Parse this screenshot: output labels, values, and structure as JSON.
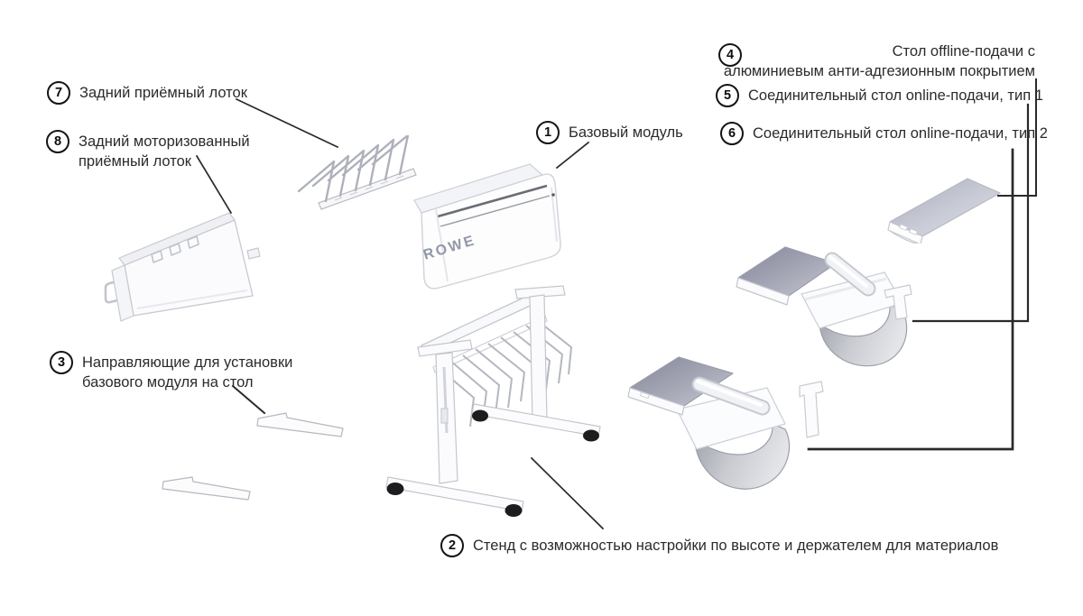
{
  "diagram": {
    "brand": "ROWE",
    "colors": {
      "text": "#2b2b2b",
      "leader_line": "#2a2a2a",
      "brand_logo": "#9298a8",
      "metal_dark": "#83869a",
      "metal_light": "#e4e5e9"
    },
    "labels": {
      "l1": {
        "num": "1",
        "text": "Базовый модуль"
      },
      "l2": {
        "num": "2",
        "text": "Стенд с возможностью настройки по высоте и держателем для материалов"
      },
      "l3": {
        "num": "3",
        "lines": [
          "Направляющие для установки",
          "базового модуля на стол"
        ]
      },
      "l4": {
        "num": "4",
        "lines": [
          "Стол offline-подачи с",
          "алюминиевым анти-адгезионным покрытием"
        ]
      },
      "l5": {
        "num": "5",
        "text": "Соединительный стол online-подачи, тип 1"
      },
      "l6": {
        "num": "6",
        "text": "Соединительный стол online-подачи, тип 2"
      },
      "l7": {
        "num": "7",
        "text": "Задний приёмный лоток"
      },
      "l8": {
        "num": "8",
        "lines": [
          "Задний моторизованный",
          "приёмный лоток"
        ]
      }
    }
  }
}
